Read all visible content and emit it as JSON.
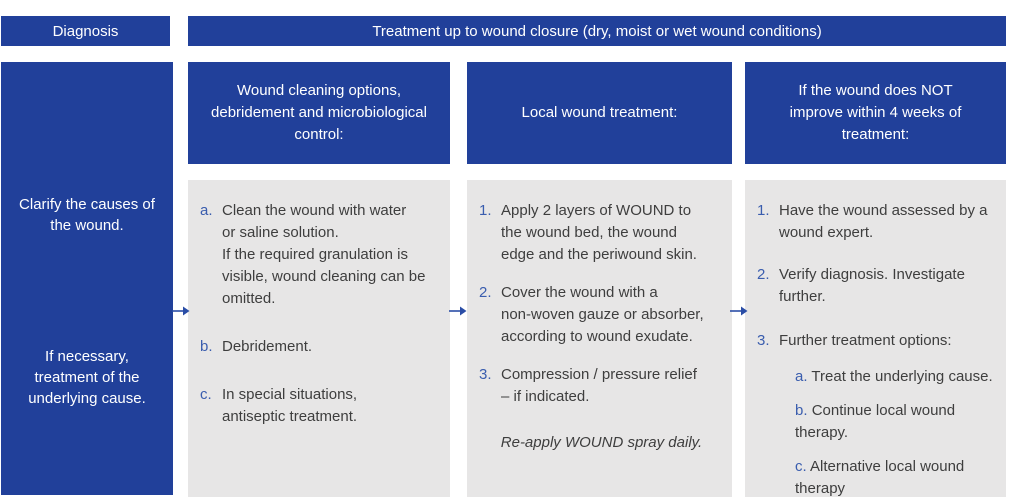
{
  "colors": {
    "primary_blue": "#21409a",
    "panel_gray": "#e7e6e6",
    "body_text": "#3e3e3e",
    "marker_blue": "#3a5dae",
    "header_text": "#ffffff"
  },
  "header": {
    "diagnosis_label": "Diagnosis",
    "treatment_label": "Treatment up to wound closure (dry, moist or wet wound conditions)"
  },
  "diagnosis_panel": {
    "top_text": "Clarify the causes of\nthe wound.",
    "bottom_text": "If necessary,\ntreatment of the\nunderlying cause."
  },
  "columns": [
    {
      "title": "Wound cleaning options,\ndebridement and microbiological\ncontrol:",
      "items": [
        {
          "marker": "a.",
          "text": "Clean the wound with water\nor saline solution.\nIf the required granulation is\nvisible, wound cleaning can be\nomitted."
        },
        {
          "marker": "b.",
          "text": "Debridement."
        },
        {
          "marker": "c.",
          "text": "In special situations,\nantiseptic treatment."
        }
      ]
    },
    {
      "title": "Local wound treatment:",
      "items": [
        {
          "marker": "1.",
          "text": "Apply 2 layers of WOUND to\nthe wound bed, the wound\nedge and the periwound skin."
        },
        {
          "marker": "2.",
          "text": "Cover the wound with a\nnon-woven gauze or absorber,\naccording to wound exudate."
        },
        {
          "marker": "3.",
          "text": "Compression / pressure relief\n– if indicated."
        }
      ],
      "note": "Re-apply WOUND spray daily."
    },
    {
      "title": "If the wound does NOT\nimprove within 4 weeks of\ntreatment:",
      "items": [
        {
          "marker": "1.",
          "text": "Have the wound assessed by a\nwound expert."
        },
        {
          "marker": "2.",
          "text": "Verify diagnosis. Investigate\nfurther."
        },
        {
          "marker": "3.",
          "text": "Further treatment options:"
        }
      ],
      "subitems": [
        {
          "marker": "a.",
          "text": "Treat the underlying cause."
        },
        {
          "marker": "b.",
          "text": "Continue local wound\ntherapy."
        },
        {
          "marker": "c.",
          "text": "Alternative local wound\ntherapy"
        }
      ]
    }
  ]
}
